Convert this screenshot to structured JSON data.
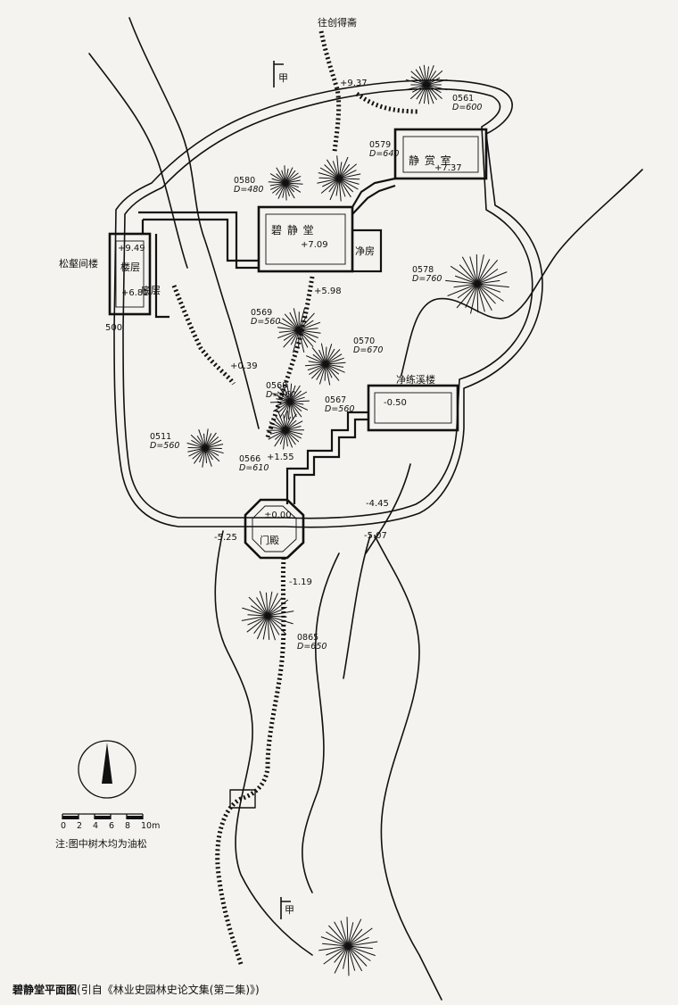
{
  "top_label": "往创得斋",
  "section_marks": [
    "甲",
    "甲"
  ],
  "buildings": {
    "jingshang": "静 赏 室",
    "bijing": "碧 静 堂",
    "jingfang": "净房",
    "songhe": "松壑间楼",
    "louceng": "楼层",
    "diceng": "底层",
    "jinglian": "净练溪楼",
    "mendian": "门殿"
  },
  "elevations": {
    "e1": "+9.37",
    "e2": "+7.37",
    "e3": "+7.09",
    "e4": "+9.49",
    "e5": "+6.81",
    "e6": "+5.98",
    "e7": "+0.39",
    "e8": "-0.50",
    "e9": "+1.55",
    "e10": "±0.00",
    "e11": "-4.45",
    "e12": "-5.25",
    "e13": "-5.07",
    "e14": "-1.19",
    "e15": "500"
  },
  "trees": [
    {
      "id": "0561",
      "d": "D=600"
    },
    {
      "id": "0579",
      "d": "D=640"
    },
    {
      "id": "0580",
      "d": "D=480"
    },
    {
      "id": "0578",
      "d": "D=760"
    },
    {
      "id": "0569",
      "d": "D=560"
    },
    {
      "id": "0570",
      "d": "D=670"
    },
    {
      "id": "0568",
      "d": "D=460"
    },
    {
      "id": "0567",
      "d": "D=560"
    },
    {
      "id": "0511",
      "d": "D=560"
    },
    {
      "id": "0566",
      "d": "D=610"
    },
    {
      "id": "0865",
      "d": "D=650"
    }
  ],
  "scale": {
    "ticks": [
      "0",
      "2",
      "4",
      "6",
      "8",
      "10m"
    ]
  },
  "note": "注:图中树木均为油松",
  "caption": {
    "title": "碧静堂平面图",
    "source": "(引自《林业史园林史论文集(第二集)》)"
  }
}
